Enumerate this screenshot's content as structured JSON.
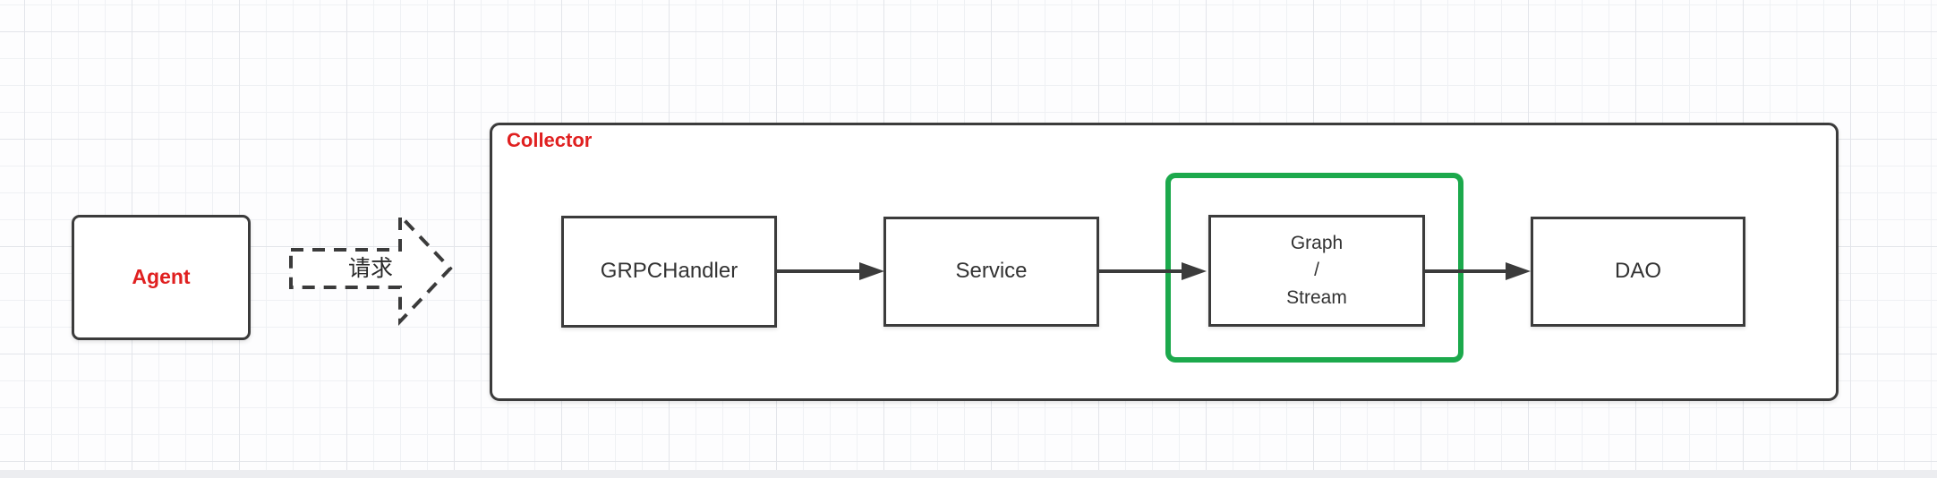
{
  "diagram": {
    "title_none": "",
    "containers": {
      "collector": {
        "label": "Collector",
        "label_color": "#e02020"
      }
    },
    "nodes": {
      "agent": {
        "label": "Agent",
        "label_color": "#e02020",
        "shape": "rounded-rect"
      },
      "grpc_handler": {
        "label": "GRPCHandler",
        "shape": "rect"
      },
      "service": {
        "label": "Service",
        "shape": "rect"
      },
      "graph_stream": {
        "label": "Graph\n/\nStream",
        "shape": "rect",
        "highlighted": true
      },
      "dao": {
        "label": "DAO",
        "shape": "rect"
      }
    },
    "edges": [
      {
        "from": "agent",
        "to": "collector",
        "label": "请求",
        "style": "dashed-block-arrow"
      },
      {
        "from": "grpc_handler",
        "to": "service",
        "label": "",
        "style": "solid-arrow"
      },
      {
        "from": "service",
        "to": "graph_stream",
        "label": "",
        "style": "solid-arrow"
      },
      {
        "from": "graph_stream",
        "to": "dao",
        "label": "",
        "style": "solid-arrow"
      }
    ],
    "highlight": {
      "target": "graph_stream",
      "color": "#1ca94c"
    },
    "colors": {
      "shape_stroke": "#3b3b3b",
      "shape_fill": "#ffffff",
      "text": "#333333",
      "accent_red": "#e02020",
      "highlight_green": "#1ca94c",
      "grid_minor": "#eff1f4",
      "grid_major": "#e3e5ea",
      "canvas_bg": "#fdfdfe"
    }
  }
}
